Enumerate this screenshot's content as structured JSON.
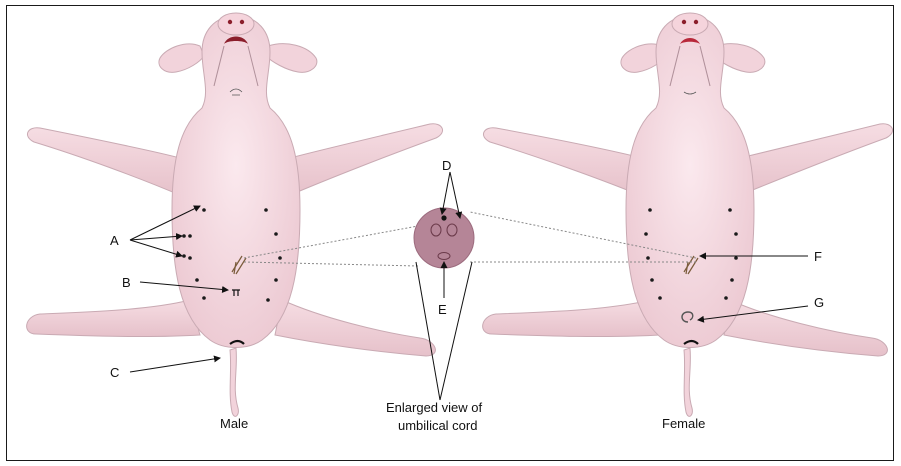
{
  "labels": {
    "a": "A",
    "b": "B",
    "c": "C",
    "d": "D",
    "e": "E",
    "f": "F",
    "g": "G"
  },
  "captions": {
    "male": "Male",
    "female": "Female",
    "enlarged_line1": "Enlarged view of",
    "enlarged_line2": "umbilical cord"
  },
  "colors": {
    "skin": "#f6dde3",
    "skin_edge": "#c9aab3",
    "mouth": "#8b1e2b",
    "nipple": "#1a1a1a",
    "cord_circle": "#b58597",
    "outline": "#1a1a1a"
  }
}
